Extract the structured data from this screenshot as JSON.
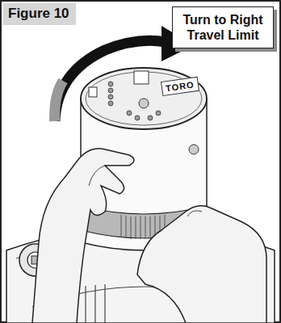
{
  "diagram": {
    "title": "Figure 10",
    "nodes": [
      {
        "text": [
          "Turn to Right Travel Limit"
        ]
      }
    ],
    "labels": [
      "TORO"
    ]
  }
}
